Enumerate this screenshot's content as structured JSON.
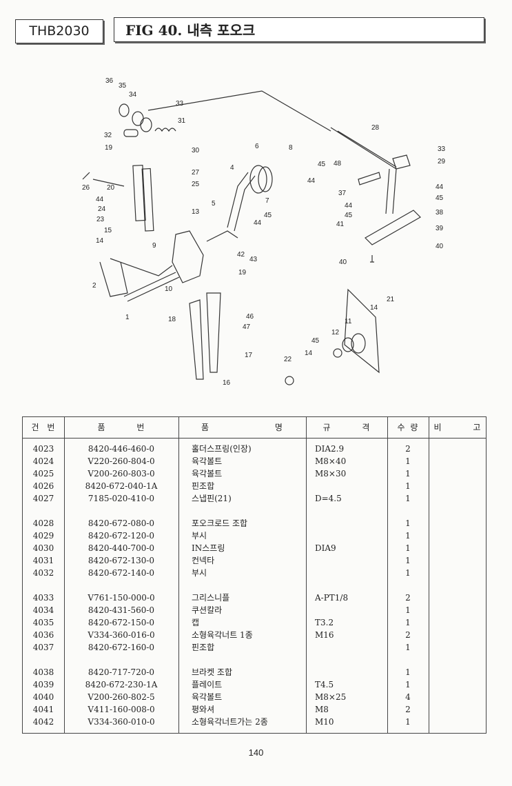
{
  "header": {
    "model": "THB2030",
    "figure_title": "FIG 40. 내측 포오크"
  },
  "diagram": {
    "callouts": [
      "36",
      "35",
      "34",
      "33",
      "31",
      "32",
      "19",
      "30",
      "28",
      "6",
      "8",
      "33",
      "29",
      "45",
      "48",
      "4",
      "27",
      "25",
      "26",
      "20",
      "44",
      "44",
      "45",
      "37",
      "44",
      "24",
      "13",
      "5",
      "7",
      "44",
      "45",
      "45",
      "44",
      "38",
      "23",
      "41",
      "39",
      "15",
      "14",
      "9",
      "42",
      "43",
      "40",
      "40",
      "19",
      "2",
      "10",
      "1",
      "14",
      "21",
      "18",
      "46",
      "47",
      "11",
      "12",
      "45",
      "17",
      "14",
      "22",
      "16"
    ]
  },
  "table": {
    "headers": [
      "건 번",
      "품 번",
      "품 명",
      "규 격",
      "수 량",
      "비 고"
    ],
    "rows": [
      [
        "4023",
        "8420-446-460-0",
        "홀더스프링(인장)",
        "DIA2.9",
        "2"
      ],
      [
        "4024",
        "V220-260-804-0",
        "육각볼트",
        "M8×40",
        "1"
      ],
      [
        "4025",
        "V200-260-803-0",
        "육각볼트",
        "M8×30",
        "1"
      ],
      [
        "4026",
        "8420-672-040-1A",
        "핀조합",
        "",
        "1"
      ],
      [
        "4027",
        "7185-020-410-0",
        "스냅핀(21)",
        "D=4.5",
        "1"
      ],
      null,
      [
        "4028",
        "8420-672-080-0",
        "포오크로드 조합",
        "",
        "1"
      ],
      [
        "4029",
        "8420-672-120-0",
        "부시",
        "",
        "1"
      ],
      [
        "4030",
        "8420-440-700-0",
        "IN스프링",
        "DIA9",
        "1"
      ],
      [
        "4031",
        "8420-672-130-0",
        "컨넥타",
        "",
        "1"
      ],
      [
        "4032",
        "8420-672-140-0",
        "부시",
        "",
        "1"
      ],
      null,
      [
        "4033",
        "V761-150-000-0",
        "그리스니플",
        "A-PT1/8",
        "2"
      ],
      [
        "4034",
        "8420-431-560-0",
        "쿠션칼라",
        "",
        "1"
      ],
      [
        "4035",
        "8420-672-150-0",
        "캡",
        "T3.2",
        "1"
      ],
      [
        "4036",
        "V334-360-016-0",
        "소형육각너트 1종",
        "M16",
        "2"
      ],
      [
        "4037",
        "8420-672-160-0",
        "핀조합",
        "",
        "1"
      ],
      null,
      [
        "4038",
        "8420-717-720-0",
        "브라켓 조합",
        "",
        "1"
      ],
      [
        "4039",
        "8420-672-230-1A",
        "플레이트",
        "T4.5",
        "1"
      ],
      [
        "4040",
        "V200-260-802-5",
        "육각볼트",
        "M8×25",
        "4"
      ],
      [
        "4041",
        "V411-160-008-0",
        "평와셔",
        "M8",
        "2"
      ],
      [
        "4042",
        "V334-360-010-0",
        "소형육각너트가는 2종",
        "M10",
        "1"
      ]
    ]
  },
  "footer": {
    "page_number": "140"
  }
}
